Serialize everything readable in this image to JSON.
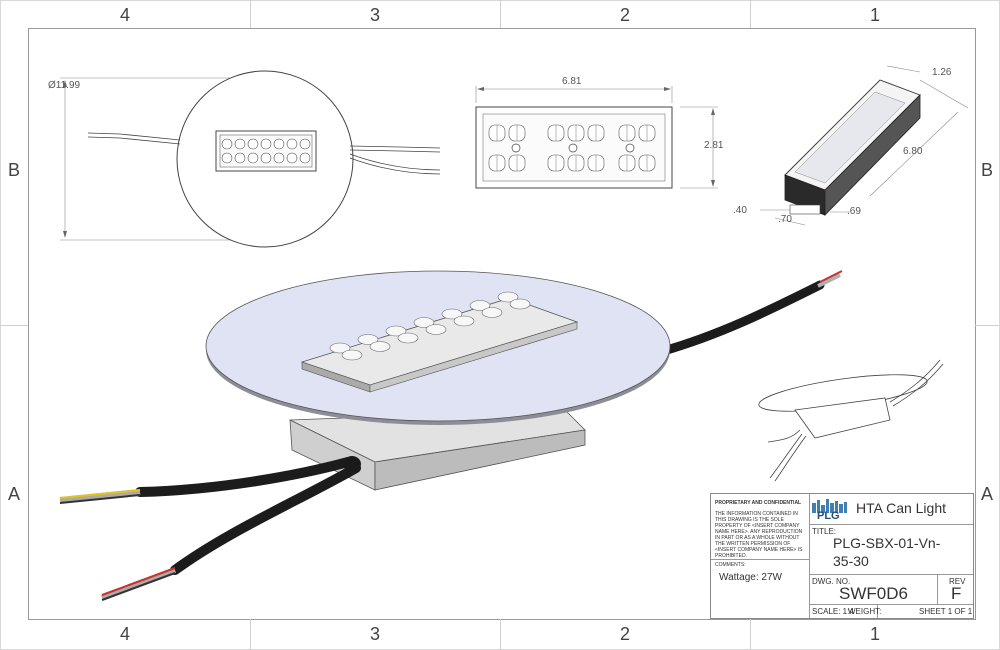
{
  "zones": {
    "top": [
      "4",
      "3",
      "2",
      "1"
    ],
    "bottom": [
      "4",
      "3",
      "2",
      "1"
    ],
    "left": [
      "B",
      "A"
    ],
    "right": [
      "B",
      "A"
    ]
  },
  "dimensions": {
    "diameter": "Ø11.99",
    "plate_width": "6.81",
    "plate_height": "2.81",
    "driver_width": "1.26",
    "driver_length": "6.80",
    "driver_left": ".40",
    "driver_mid": ".70",
    "driver_right": ".69"
  },
  "title_block": {
    "proprietary_heading": "PROPRIETARY AND CONFIDENTIAL",
    "proprietary_text": "THE INFORMATION CONTAINED IN THIS DRAWING IS THE SOLE PROPERTY OF <INSERT COMPANY NAME HERE>. ANY REPRODUCTION IN PART OR AS A WHOLE WITHOUT THE WRITTEN PERMISSION OF <INSERT COMPANY NAME HERE> IS PROHIBITED.",
    "comments_label": "COMMENTS:",
    "comments_value": "Wattage: 27W",
    "logo_text": "PLG",
    "company": "HTA Can Light",
    "title_label": "TITLE:",
    "title_line1": "PLG-SBX-01-Vn-",
    "title_line2": "35-30",
    "dwg_no_label": "DWG.  NO.",
    "dwg_no": "SWF0D6",
    "rev_label": "REV",
    "rev": "F",
    "scale": "SCALE: 1:4",
    "weight": "WEIGHT:",
    "sheet": "SHEET 1 OF 1"
  },
  "colors": {
    "drawing_line": "#444444",
    "disk_fill": "#dfe3f3",
    "cable": "#1c1c1c",
    "wire_red": "#c8322c",
    "wire_yellow": "#e3c21b",
    "logo_blue": "#3f7fb4"
  }
}
